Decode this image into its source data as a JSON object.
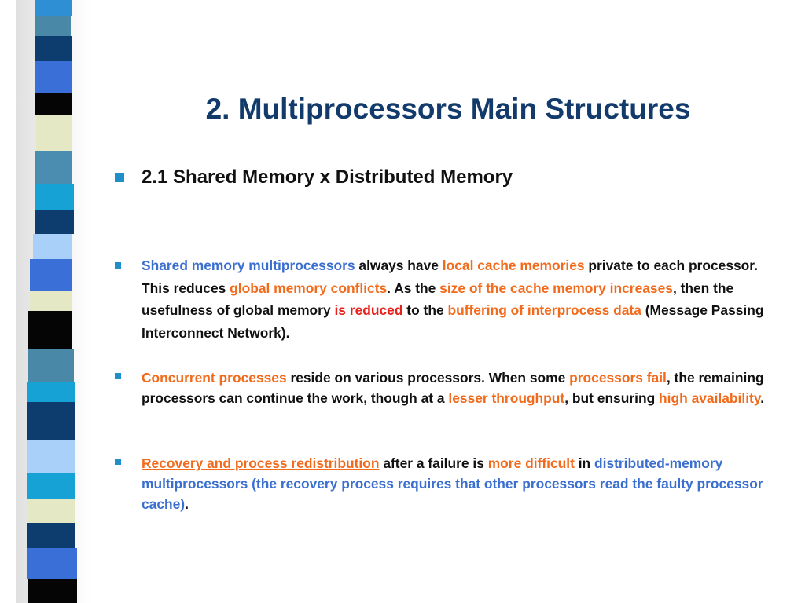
{
  "colors": {
    "title": "#123a6b",
    "bullet": "#1e8fc8",
    "highlight_blue": "#3a6fcf",
    "highlight_orange": "#f26a1b",
    "highlight_red": "#e8201b"
  },
  "title": "2. Multiprocessors Main Structures",
  "section": {
    "heading": "2.1 Shared Memory x Distributed Memory"
  },
  "points": [
    {
      "segments": [
        {
          "text": "Shared memory multiprocessors",
          "style": "blue"
        },
        {
          "text": " always have ",
          "style": "plain"
        },
        {
          "text": "local cache memories",
          "style": "orange"
        },
        {
          "text": " private to each processor. This reduces ",
          "style": "plain"
        },
        {
          "text": "global memory conflicts",
          "style": "orange-ul"
        },
        {
          "text": ". As the ",
          "style": "plain"
        },
        {
          "text": "size of the cache memory increases",
          "style": "orange"
        },
        {
          "text": ", then the usefulness of global memory ",
          "style": "plain"
        },
        {
          "text": "is reduced",
          "style": "red"
        },
        {
          "text": " to the ",
          "style": "plain"
        },
        {
          "text": "buffering of interprocess data",
          "style": "orange-ul"
        },
        {
          "text": " (Message Passing Interconnect Network).",
          "style": "plain"
        }
      ]
    },
    {
      "segments": [
        {
          "text": "Concurrent processes",
          "style": "orange"
        },
        {
          "text": " reside on various processors. When some ",
          "style": "plain"
        },
        {
          "text": "processors fail",
          "style": "orange"
        },
        {
          "text": ", the remaining processors can continue the work, though at a ",
          "style": "plain"
        },
        {
          "text": "lesser throughput",
          "style": "orange-ul"
        },
        {
          "text": ", but ensuring ",
          "style": "plain"
        },
        {
          "text": "high availability",
          "style": "orange-ul"
        },
        {
          "text": ".",
          "style": "plain"
        }
      ]
    },
    {
      "segments": [
        {
          "text": "Recovery and process redistribution",
          "style": "orange-ul"
        },
        {
          "text": " after a failure is ",
          "style": "plain"
        },
        {
          "text": "more difficult",
          "style": "orange"
        },
        {
          "text": " in ",
          "style": "plain"
        },
        {
          "text": "distributed-memory multiprocessors (the recovery process requires that other processors read the faulty processor cache)",
          "style": "blue"
        },
        {
          "text": ".",
          "style": "plain"
        }
      ]
    }
  ]
}
